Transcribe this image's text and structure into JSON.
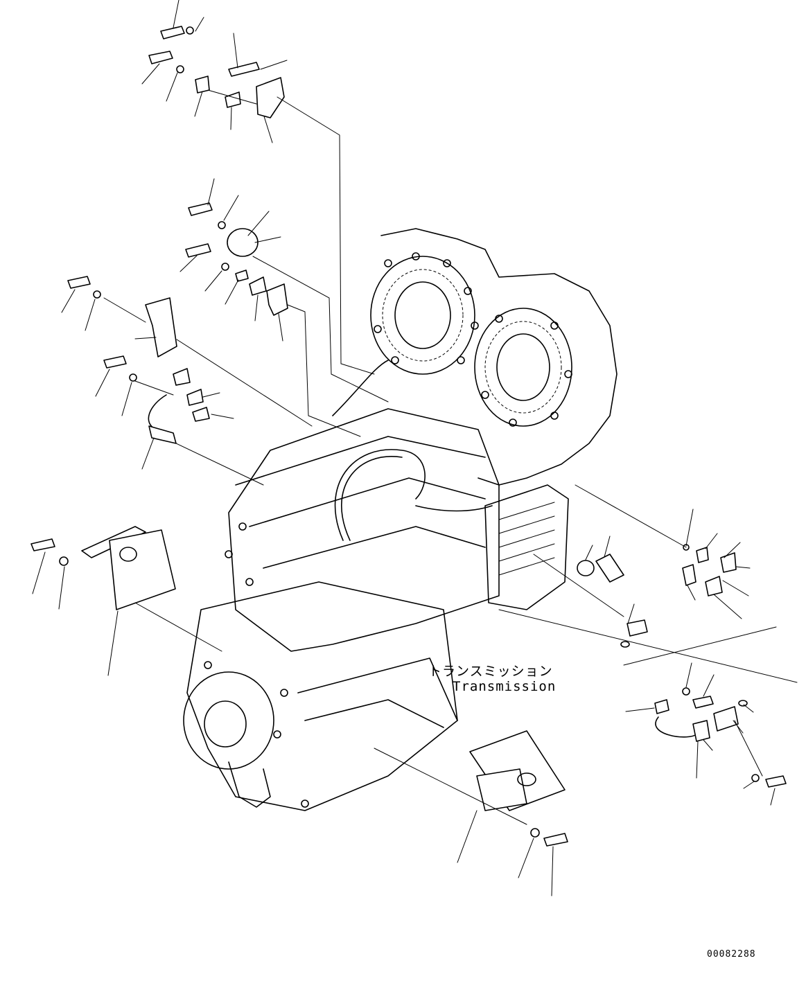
{
  "labels": {
    "component_jp": "トランスミッション",
    "component_en": "Transmission"
  },
  "drawing_number": "00082288"
}
